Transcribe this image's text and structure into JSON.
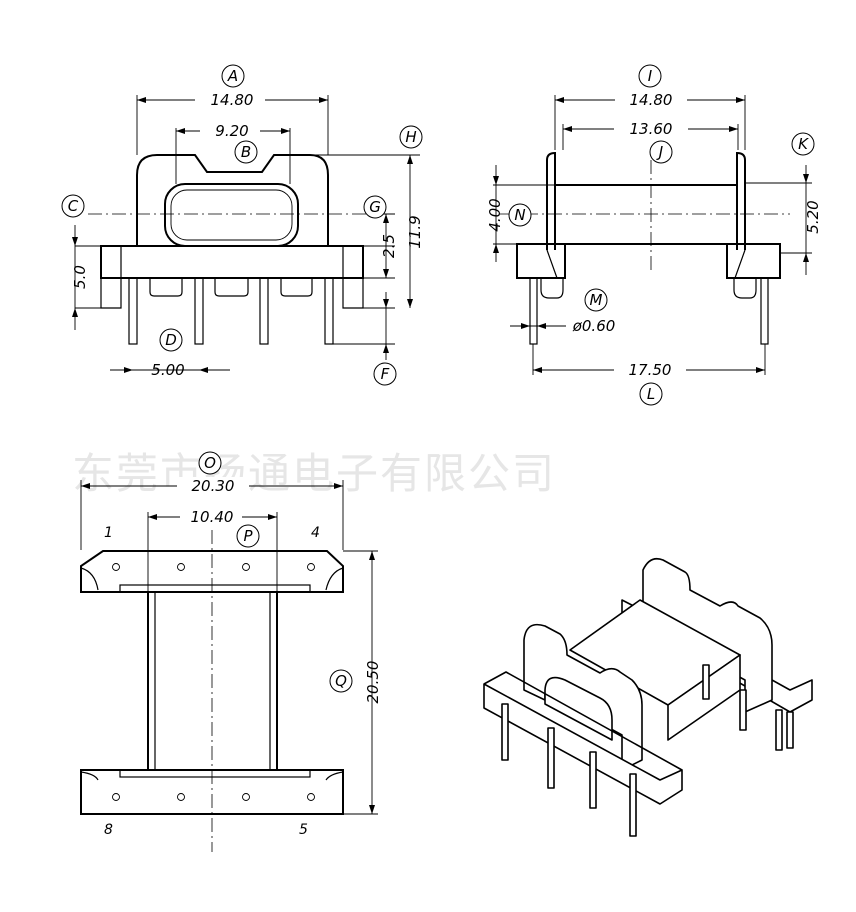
{
  "watermark": "东莞市扬通电子有限公司",
  "dimensions": {
    "front_width": "14.80",
    "window_width": "9.20",
    "base_height": "5.0",
    "pin_pitch": "5.00",
    "core_offset": "2.5",
    "total_height": "11.9",
    "side_width": "14.80",
    "side_inner": "13.60",
    "side_left_height": "4.00",
    "side_right_height": "5.20",
    "pin_diameter": "ø0.60",
    "side_total": "17.50",
    "bottom_width": "20.30",
    "bottom_inner": "10.40",
    "bottom_length": "20.50"
  },
  "labels": {
    "A": "A",
    "B": "B",
    "C": "C",
    "D": "D",
    "F": "F",
    "G": "G",
    "H": "H",
    "I": "I",
    "J": "J",
    "K": "K",
    "L": "L",
    "M": "M",
    "N": "N",
    "O": "O",
    "P": "P",
    "Q": "Q"
  },
  "pins": {
    "p1": "1",
    "p4": "4",
    "p8": "8",
    "p5": "5"
  }
}
